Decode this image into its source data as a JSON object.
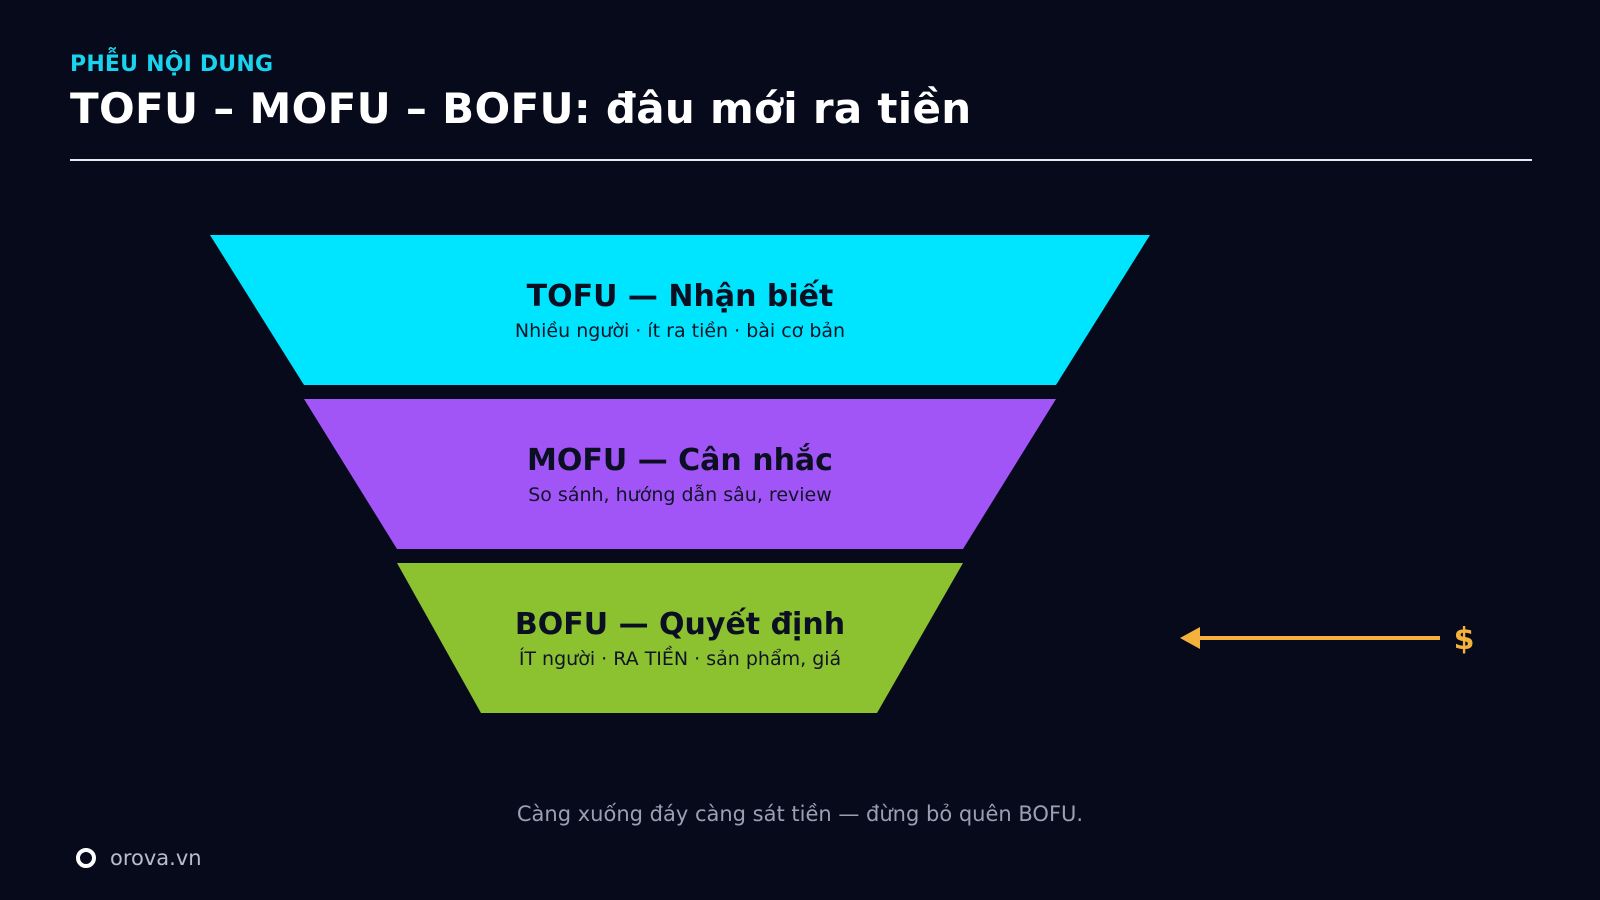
{
  "header": {
    "eyebrow": "PHỄU NỘI DUNG",
    "title": "TOFU – MOFU – BOFU: đâu mới ra tiền"
  },
  "funnel": {
    "stages": [
      {
        "title": "TOFU — Nhận biết",
        "subtitle": "Nhiều người · ít ra tiền · bài cơ bản",
        "color": "#00e5ff"
      },
      {
        "title": "MOFU — Cân nhắc",
        "subtitle": "So sánh, hướng dẫn sâu, review",
        "color": "#a155f7"
      },
      {
        "title": "BOFU — Quyết định",
        "subtitle": "ÍT người · RA TIỀN · sản phẩm, giá",
        "color": "#8cc230"
      }
    ],
    "money_arrow": {
      "label": "$",
      "color": "#f4b13c",
      "points_to": "BOFU"
    }
  },
  "caption": "Càng xuống đáy càng sát tiền — đừng bỏ quên BOFU.",
  "brand": {
    "name": "orova.vn",
    "logo_icon": "ring-logo-icon"
  },
  "colors": {
    "background": "#070a1a",
    "accent": "#19d3ee",
    "text": "#ffffff",
    "muted": "#9aa0b4"
  }
}
